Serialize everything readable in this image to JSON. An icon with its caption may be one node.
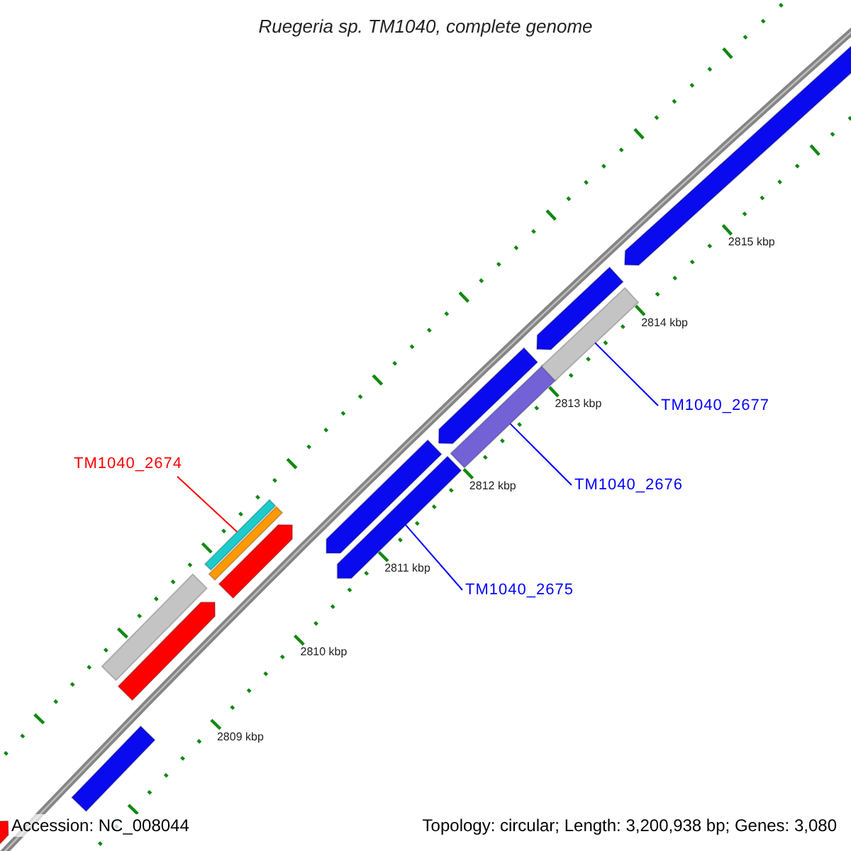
{
  "diagram": {
    "title": "Ruegeria sp. TM1040, complete genome",
    "nodes": [
      {
        "text": [
          "TM1040_2674"
        ]
      },
      {
        "text": [],
        "shape": "bar"
      },
      {
        "text": [
          "TM1040_2675"
        ]
      },
      {
        "text": [],
        "shape": "bar"
      },
      {
        "text": [
          "TM1040_2676"
        ]
      },
      {
        "text": [],
        "shape": "bar"
      },
      {
        "text": [
          "TM1040_2677"
        ]
      },
      {
        "text": [],
        "shape": "bar"
      },
      {
        "text": [],
        "shape": "bar"
      },
      {
        "text": [],
        "shape": "bar"
      },
      {
        "text": [],
        "shape": "bar"
      },
      {
        "text": [],
        "shape": "bar"
      },
      {
        "text": [],
        "shape": "bar"
      },
      {
        "text": [],
        "shape": "bar"
      },
      {
        "text": [],
        "shape": "bar"
      },
      {
        "text": [],
        "shape": "bar"
      },
      {
        "text": [],
        "shape": "bar"
      },
      {
        "text": [],
        "shape": "bar"
      }
    ],
    "edges": [
      {
        "from": 0,
        "to": 1,
        "arrow": "none",
        "color": "#ff0000"
      },
      {
        "from": 2,
        "to": 3,
        "arrow": "none"
      },
      {
        "from": 4,
        "to": 5,
        "arrow": "none"
      },
      {
        "from": 6,
        "to": 7,
        "arrow": "none"
      }
    ],
    "labels": [
      "2809 kbp",
      "2810 kbp",
      "2811 kbp",
      "2812 kbp",
      "2813 kbp",
      "2814 kbp",
      "2815 kbp",
      "Accession: NC_008044",
      "Topology: circular; Length: 3,200,938 bp; Genes: 3,080"
    ]
  }
}
